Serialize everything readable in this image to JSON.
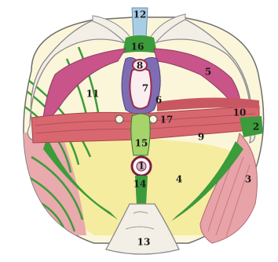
{
  "diagram": {
    "labels": {
      "l1": "1",
      "l2": "2",
      "l3": "3",
      "l4": "4",
      "l5": "5",
      "l6": "6",
      "l7": "7",
      "l8": "8",
      "l9": "9",
      "l10": "10",
      "l11": "11",
      "l12": "12",
      "l13": "13",
      "l14": "14",
      "l15": "15",
      "l16": "16",
      "l17": "17"
    },
    "colors": {
      "bone": "#f3eee6",
      "bone_outline": "#8a8a8a",
      "fat_yellow": "#f6eca0",
      "muscle_pink": "#e8a3a8",
      "muscle_red": "#d9676f",
      "ligament_green": "#3c9b3a",
      "labia_magenta": "#c8548a",
      "vestibule_purple": "#7f6db3",
      "urethra_blue": "#aacde6",
      "background_white": "#ffffff"
    }
  }
}
